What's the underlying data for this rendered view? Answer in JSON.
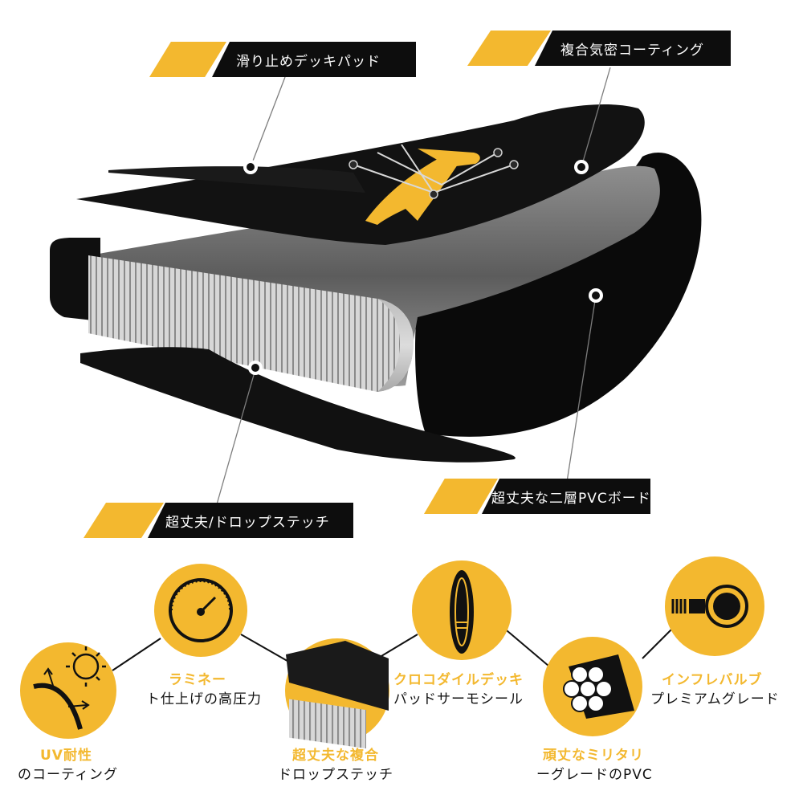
{
  "colors": {
    "accent": "#f3b82f",
    "dark": "#0d0d0d",
    "grey": "#9a9a9a"
  },
  "callouts": {
    "deck_pad": "滑り止めデッキパッド",
    "coating": "複合気密コーティング",
    "drop_stitch": "超丈夫/ドロップステッチ",
    "pvc_board": "超丈夫な二層PVCボード"
  },
  "features": [
    {
      "icon": "sun-uv-icon",
      "title": "UV耐性",
      "subtitle": "のコーティング"
    },
    {
      "icon": "pressure-gauge-icon",
      "title": "ラミネー",
      "subtitle": "ト仕上げの高圧力"
    },
    {
      "icon": "drop-stitch-icon",
      "title": "超丈夫な複合",
      "subtitle": "ドロップステッチ"
    },
    {
      "icon": "board-top-icon",
      "title": "クロコダイルデッキ",
      "subtitle": "パッドサーモシール"
    },
    {
      "icon": "pvc-tubes-icon",
      "title": "頑丈なミリタリ",
      "subtitle": "ーグレードのPVC"
    },
    {
      "icon": "valve-icon",
      "title": "インフレバルブ",
      "subtitle": "プレミアムグレード"
    }
  ]
}
